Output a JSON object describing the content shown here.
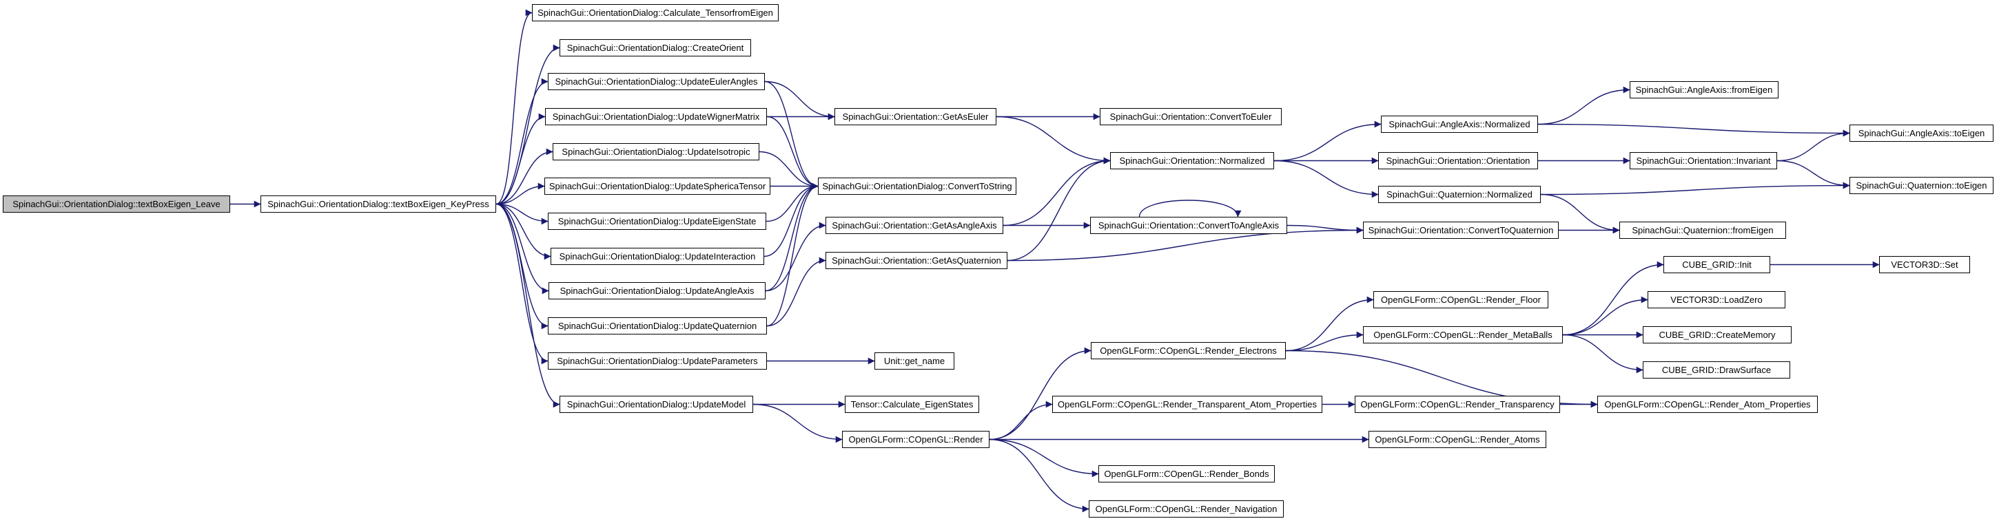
{
  "diagram": {
    "colors": {
      "edge": "#191970",
      "node_border": "#000000",
      "node_fill": "#ffffff",
      "root_fill": "#bfbfbf",
      "background": "#ffffff"
    },
    "nodes": [
      {
        "id": "leave",
        "label": "SpinachGui::OrientationDialog::textBoxEigen_Leave",
        "root": true
      },
      {
        "id": "keypress",
        "label": "SpinachGui::OrientationDialog::textBoxEigen_KeyPress"
      },
      {
        "id": "calc_tensor",
        "label": "SpinachGui::OrientationDialog::Calculate_TensorfromEigen"
      },
      {
        "id": "create_orient",
        "label": "SpinachGui::OrientationDialog::CreateOrient"
      },
      {
        "id": "upd_euler",
        "label": "SpinachGui::OrientationDialog::UpdateEulerAngles"
      },
      {
        "id": "upd_wigner",
        "label": "SpinachGui::OrientationDialog::UpdateWignerMatrix"
      },
      {
        "id": "upd_iso",
        "label": "SpinachGui::OrientationDialog::UpdateIsotropic"
      },
      {
        "id": "upd_sph",
        "label": "SpinachGui::OrientationDialog::UpdateSphericaTensor"
      },
      {
        "id": "upd_eigen",
        "label": "SpinachGui::OrientationDialog::UpdateEigenState"
      },
      {
        "id": "upd_inter",
        "label": "SpinachGui::OrientationDialog::UpdateInteraction"
      },
      {
        "id": "upd_angle",
        "label": "SpinachGui::OrientationDialog::UpdateAngleAxis"
      },
      {
        "id": "upd_quat",
        "label": "SpinachGui::OrientationDialog::UpdateQuaternion"
      },
      {
        "id": "upd_params",
        "label": "SpinachGui::OrientationDialog::UpdateParameters"
      },
      {
        "id": "upd_model",
        "label": "SpinachGui::OrientationDialog::UpdateModel"
      },
      {
        "id": "convert_str",
        "label": "SpinachGui::OrientationDialog::ConvertToString"
      },
      {
        "id": "get_euler",
        "label": "SpinachGui::Orientation::GetAsEuler"
      },
      {
        "id": "get_angleaxis",
        "label": "SpinachGui::Orientation::GetAsAngleAxis"
      },
      {
        "id": "get_quat",
        "label": "SpinachGui::Orientation::GetAsQuaternion"
      },
      {
        "id": "get_name",
        "label": "Unit::get_name"
      },
      {
        "id": "calc_eigen",
        "label": "Tensor::Calculate_EigenStates"
      },
      {
        "id": "render",
        "label": "OpenGLForm::COpenGL::Render"
      },
      {
        "id": "conv_euler",
        "label": "SpinachGui::Orientation::ConvertToEuler"
      },
      {
        "id": "o_normalized",
        "label": "SpinachGui::Orientation::Normalized"
      },
      {
        "id": "conv_angleaxis",
        "label": "SpinachGui::Orientation::ConvertToAngleAxis"
      },
      {
        "id": "aa_normalized",
        "label": "SpinachGui::AngleAxis::Normalized"
      },
      {
        "id": "o_orientation",
        "label": "SpinachGui::Orientation::Orientation"
      },
      {
        "id": "q_normalized",
        "label": "SpinachGui::Quaternion::Normalized"
      },
      {
        "id": "conv_quat",
        "label": "SpinachGui::Orientation::ConvertToQuaternion"
      },
      {
        "id": "aa_fromeigen",
        "label": "SpinachGui::AngleAxis::fromEigen"
      },
      {
        "id": "o_invariant",
        "label": "SpinachGui::Orientation::Invariant"
      },
      {
        "id": "q_fromeigen",
        "label": "SpinachGui::Quaternion::fromEigen"
      },
      {
        "id": "aa_toeigen",
        "label": "SpinachGui::AngleAxis::toEigen"
      },
      {
        "id": "q_toeigen",
        "label": "SpinachGui::Quaternion::toEigen"
      },
      {
        "id": "r_electrons",
        "label": "OpenGLForm::COpenGL::Render_Electrons"
      },
      {
        "id": "r_trans_atom",
        "label": "OpenGLForm::COpenGL::Render_Transparent_Atom_Properties"
      },
      {
        "id": "r_bonds",
        "label": "OpenGLForm::COpenGL::Render_Bonds"
      },
      {
        "id": "r_nav",
        "label": "OpenGLForm::COpenGL::Render_Navigation"
      },
      {
        "id": "r_floor",
        "label": "OpenGLForm::COpenGL::Render_Floor"
      },
      {
        "id": "r_metaballs",
        "label": "OpenGLForm::COpenGL::Render_MetaBalls"
      },
      {
        "id": "r_transparency",
        "label": "OpenGLForm::COpenGL::Render_Transparency"
      },
      {
        "id": "r_atoms",
        "label": "OpenGLForm::COpenGL::Render_Atoms"
      },
      {
        "id": "r_atom_props",
        "label": "OpenGLForm::COpenGL::Render_Atom_Properties"
      },
      {
        "id": "cg_init",
        "label": "CUBE_GRID::Init"
      },
      {
        "id": "v_loadzero",
        "label": "VECTOR3D::LoadZero"
      },
      {
        "id": "cg_creatememory",
        "label": "CUBE_GRID::CreateMemory"
      },
      {
        "id": "cg_drawsurface",
        "label": "CUBE_GRID::DrawSurface"
      },
      {
        "id": "v_set",
        "label": "VECTOR3D::Set"
      }
    ],
    "edges": [
      [
        "leave",
        "keypress"
      ],
      [
        "keypress",
        "calc_tensor"
      ],
      [
        "keypress",
        "create_orient"
      ],
      [
        "keypress",
        "upd_euler"
      ],
      [
        "keypress",
        "upd_wigner"
      ],
      [
        "keypress",
        "upd_iso"
      ],
      [
        "keypress",
        "upd_sph"
      ],
      [
        "keypress",
        "upd_eigen"
      ],
      [
        "keypress",
        "upd_inter"
      ],
      [
        "keypress",
        "upd_angle"
      ],
      [
        "keypress",
        "upd_quat"
      ],
      [
        "keypress",
        "upd_params"
      ],
      [
        "keypress",
        "upd_model"
      ],
      [
        "upd_euler",
        "get_euler"
      ],
      [
        "upd_euler",
        "convert_str"
      ],
      [
        "upd_wigner",
        "get_euler"
      ],
      [
        "upd_wigner",
        "convert_str"
      ],
      [
        "upd_iso",
        "convert_str"
      ],
      [
        "upd_sph",
        "convert_str"
      ],
      [
        "upd_eigen",
        "convert_str"
      ],
      [
        "upd_inter",
        "convert_str"
      ],
      [
        "upd_angle",
        "get_angleaxis"
      ],
      [
        "upd_angle",
        "convert_str"
      ],
      [
        "upd_quat",
        "get_quat"
      ],
      [
        "upd_quat",
        "convert_str"
      ],
      [
        "upd_params",
        "get_name"
      ],
      [
        "upd_model",
        "calc_eigen"
      ],
      [
        "upd_model",
        "render"
      ],
      [
        "get_euler",
        "conv_euler"
      ],
      [
        "get_euler",
        "o_normalized"
      ],
      [
        "get_angleaxis",
        "o_normalized"
      ],
      [
        "get_angleaxis",
        "conv_angleaxis"
      ],
      [
        "get_quat",
        "o_normalized"
      ],
      [
        "get_quat",
        "conv_quat"
      ],
      [
        "o_normalized",
        "aa_normalized"
      ],
      [
        "o_normalized",
        "o_orientation"
      ],
      [
        "o_normalized",
        "q_normalized"
      ],
      [
        "conv_angleaxis",
        "conv_angleaxis"
      ],
      [
        "conv_angleaxis",
        "conv_quat"
      ],
      [
        "aa_normalized",
        "aa_fromeigen"
      ],
      [
        "aa_normalized",
        "aa_toeigen"
      ],
      [
        "o_orientation",
        "o_invariant"
      ],
      [
        "o_invariant",
        "aa_toeigen"
      ],
      [
        "o_invariant",
        "q_toeigen"
      ],
      [
        "q_normalized",
        "q_toeigen"
      ],
      [
        "q_normalized",
        "q_fromeigen"
      ],
      [
        "conv_quat",
        "q_fromeigen"
      ],
      [
        "render",
        "r_electrons"
      ],
      [
        "render",
        "r_trans_atom"
      ],
      [
        "render",
        "r_atoms"
      ],
      [
        "render",
        "r_bonds"
      ],
      [
        "render",
        "r_nav"
      ],
      [
        "r_electrons",
        "r_floor"
      ],
      [
        "r_electrons",
        "r_metaballs"
      ],
      [
        "r_electrons",
        "r_atom_props"
      ],
      [
        "r_trans_atom",
        "r_transparency"
      ],
      [
        "r_transparency",
        "r_atom_props"
      ],
      [
        "r_metaballs",
        "cg_init"
      ],
      [
        "r_metaballs",
        "v_loadzero"
      ],
      [
        "r_metaballs",
        "cg_creatememory"
      ],
      [
        "r_metaballs",
        "cg_drawsurface"
      ],
      [
        "cg_init",
        "v_set"
      ]
    ]
  }
}
